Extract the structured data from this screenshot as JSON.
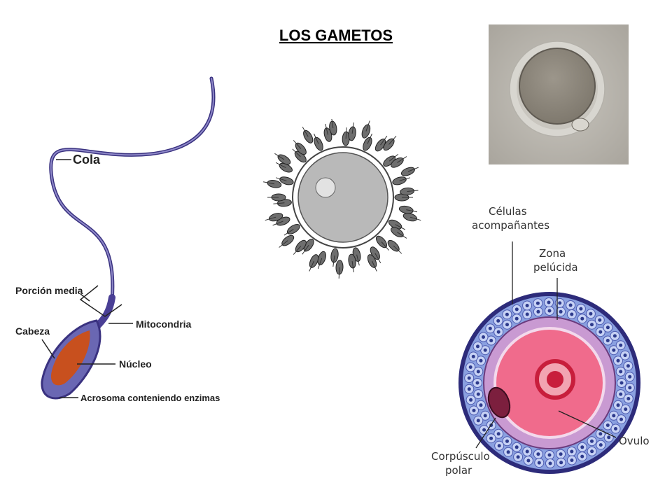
{
  "title": "LOS GAMETOS",
  "sperm_diagram": {
    "labels": {
      "tail": "Cola",
      "midpiece": "Porción media",
      "mitochondria": "Mitocondria",
      "head": "Cabeza",
      "nucleus": "Núcleo",
      "acrosome": "Acrosoma conteniendo enzimas"
    }
  },
  "ovum_diagram": {
    "labels": {
      "companion_cells_1": "Células",
      "companion_cells_2": "acompañantes",
      "zona_1": "Zona",
      "zona_2": "pelúcida",
      "ovum": "Óvulo",
      "polar_body_1": "Corpúsculo",
      "polar_body_2": "polar"
    }
  },
  "colors": {
    "sperm_body": "#3a3280",
    "sperm_head": "#c8501e",
    "corona_cells": "#7e93d6",
    "zona": "#c493cc",
    "ooplasm": "#f06b8c",
    "nucleus": "#c81e3c"
  }
}
